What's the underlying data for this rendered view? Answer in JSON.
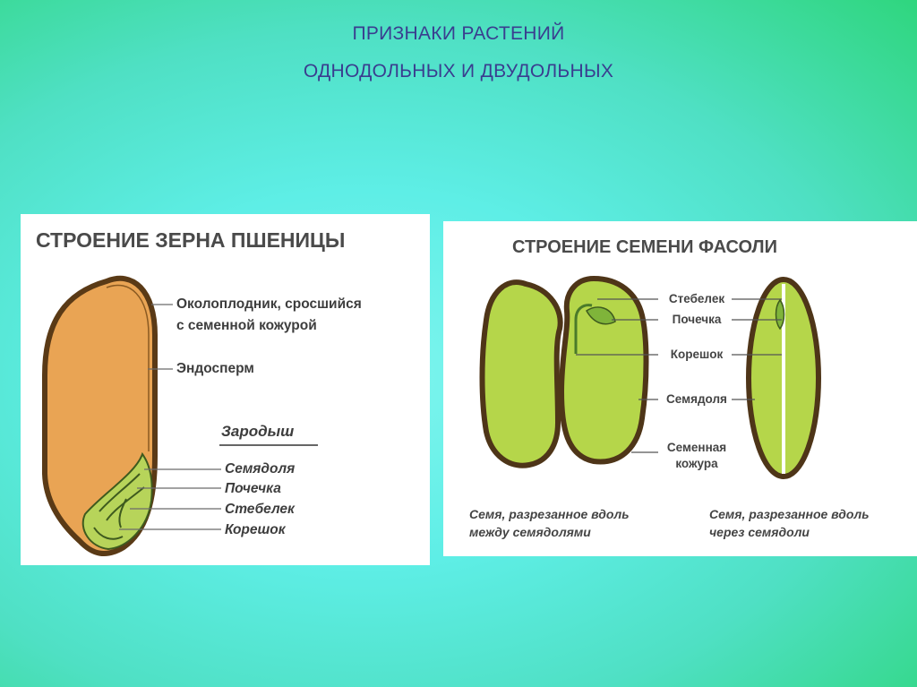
{
  "slide": {
    "title_line1": "ПРИЗНАКИ РАСТЕНИЙ",
    "title_line2": "ОДНОДОЛЬНЫХ И ДВУДОЛЬНЫХ"
  },
  "wheat": {
    "heading": "СТРОЕНИЕ ЗЕРНА ПШЕНИЦЫ",
    "pericarp_line1": "Околоплодник, сросшийся",
    "pericarp_line2": "с семенной кожурой",
    "endosperm": "Эндосперм",
    "embryo_heading": "Зародыш",
    "cotyledon": "Семядоля",
    "bud": "Почечка",
    "stem": "Стебелек",
    "root": "Корешок"
  },
  "bean": {
    "heading": "СТРОЕНИЕ СЕМЕНИ ФАСОЛИ",
    "stem": "Стебелек",
    "bud": "Почечка",
    "root": "Корешок",
    "cotyledon": "Семядоля",
    "seed_coat_line1": "Семенная",
    "seed_coat_line2": "кожура",
    "caption_left_line1": "Семя, разрезанное вдоль",
    "caption_left_line2": "между семядолями",
    "caption_right_line1": "Семя, разрезанное вдоль",
    "caption_right_line2": "через семядоли"
  },
  "colors": {
    "title": "#3a3d8f",
    "grain_fill": "#e9a454",
    "grain_outline": "#5a3a16",
    "bean_fill": "#b5d64a",
    "bean_outline": "#4e3518",
    "embryo_fill": "#b7d45a"
  }
}
